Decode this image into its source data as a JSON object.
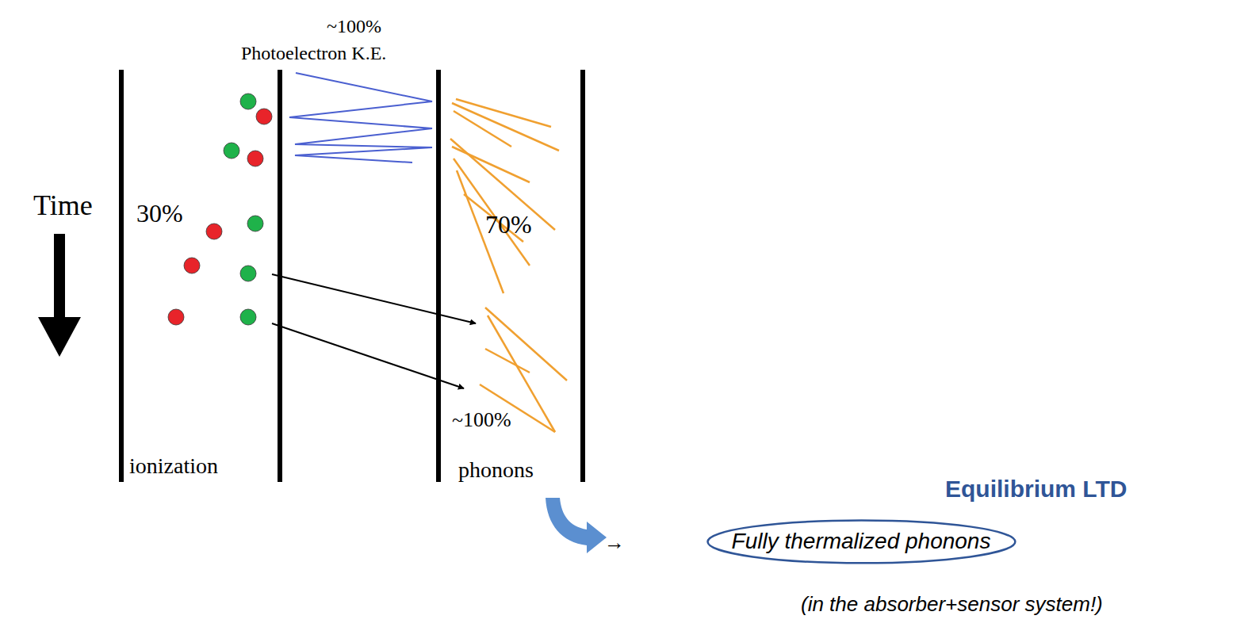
{
  "diagram": {
    "nodes": [
      {
        "text": [
          "Fully thermalized phonons"
        ]
      }
    ],
    "labels": [
      "~100%",
      "Photoelectron K.E.",
      "Time",
      "30%",
      "70%",
      "~100%",
      "ionization",
      "phonons",
      "Equilibrium LTD",
      "→",
      "(in the absorber+sensor system!)"
    ]
  }
}
